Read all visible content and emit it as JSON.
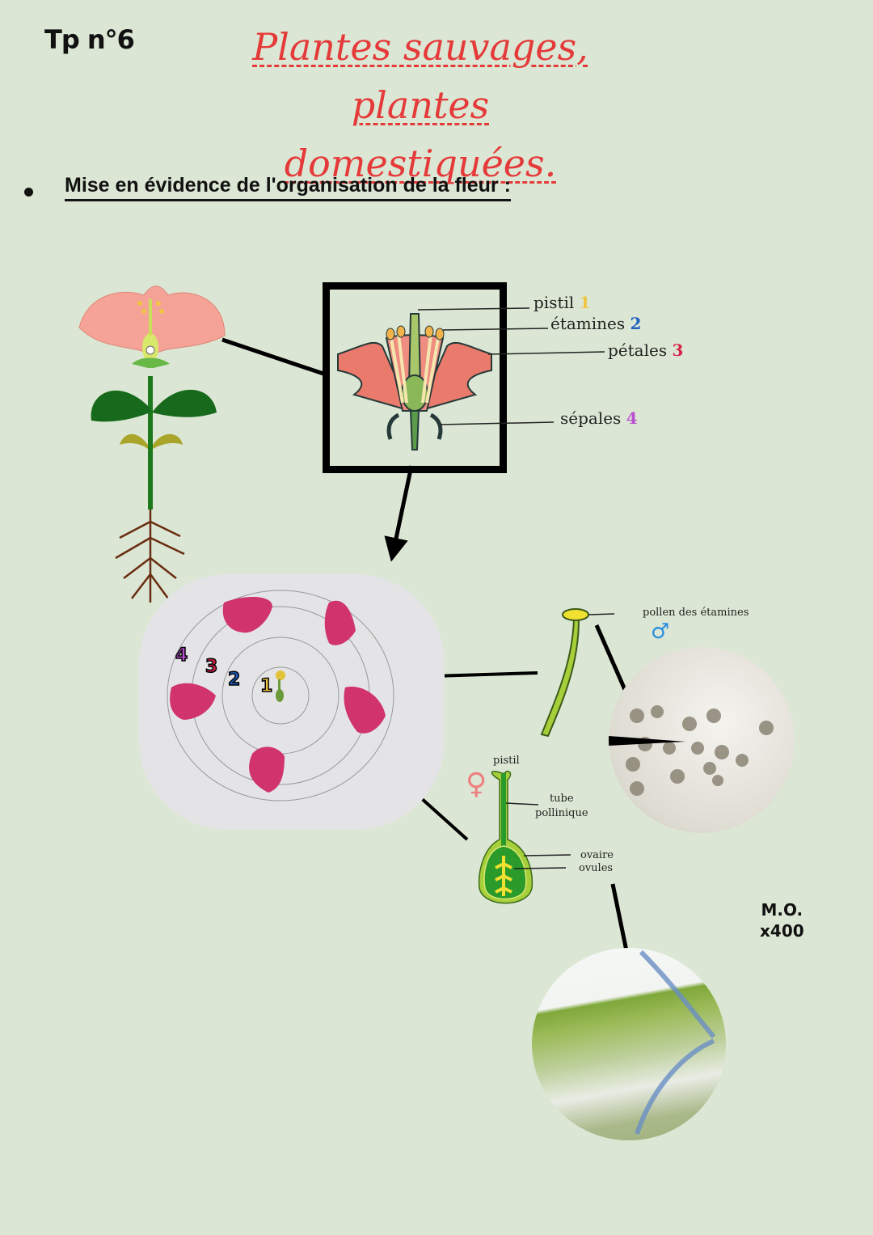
{
  "header": {
    "tp_label": "Tp n°6",
    "title_line1": "Plantes sauvages, plantes",
    "title_line2": "domestiquées.",
    "title_color": "#e53a3a"
  },
  "section": {
    "heading": "Mise en évidence de l'organisation de la fleur :"
  },
  "flower_diagram": {
    "labels": [
      {
        "name": "pistil",
        "number": "1",
        "color": "#f2c443"
      },
      {
        "name": "étamines",
        "number": "2",
        "color": "#1f5fbf"
      },
      {
        "name": "pétales",
        "number": "3",
        "color": "#d6234a"
      },
      {
        "name": "sépales",
        "number": "4",
        "color": "#b84fd0"
      }
    ]
  },
  "dissection_photo": {
    "ring_numbers": [
      {
        "number": "4",
        "color": "#b84fd0"
      },
      {
        "number": "3",
        "color": "#d6234a"
      },
      {
        "number": "2",
        "color": "#1f5fbf"
      },
      {
        "number": "1",
        "color": "#f2c443"
      }
    ]
  },
  "stamen_diagram": {
    "label": "pollen des étamines",
    "symbol": "♂",
    "symbol_color": "#2a8ee0"
  },
  "pistil_diagram": {
    "title": "pistil",
    "symbol": "♀",
    "symbol_color": "#ee7f7f",
    "tube_label_line1": "tube",
    "tube_label_line2": "pollinique",
    "ovaire_label": "ovaire",
    "ovules_label": "ovules"
  },
  "microscope": {
    "line1": "M.O.",
    "line2": "x400"
  }
}
